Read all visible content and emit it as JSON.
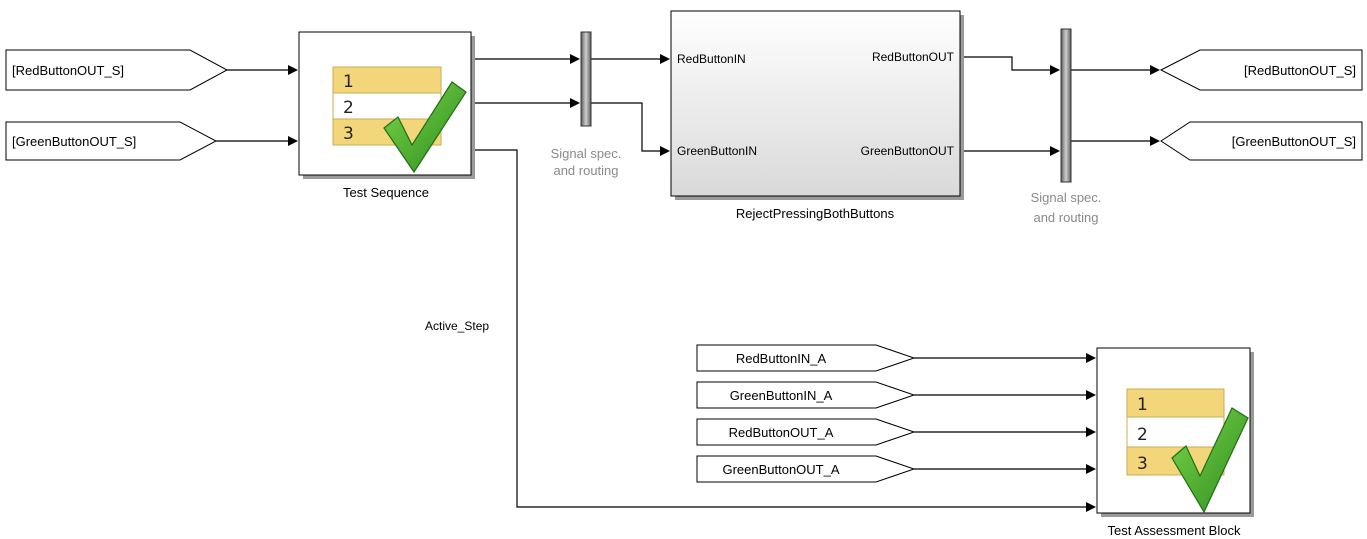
{
  "colors": {
    "wire": "#000000",
    "tag_fill": "#ffffff",
    "block_shadow": "#9a9a9a",
    "table_row_yellow": "#f3d57a",
    "checkmark_green": "#3aa32a",
    "routing_text": "#8a8a8a"
  },
  "test_sequence": {
    "caption": "Test Sequence",
    "icon": "checklist-icon",
    "rows": [
      "1",
      "2",
      "3"
    ],
    "output_label": "Active_Step"
  },
  "goto_tags_in": [
    {
      "label": "[RedButtonOUT_S]"
    },
    {
      "label": "[GreenButtonOUT_S]"
    }
  ],
  "goto_tags_out": [
    {
      "label": "[RedButtonOUT_S]"
    },
    {
      "label": "[GreenButtonOUT_S]"
    }
  ],
  "routing": [
    {
      "line1": "Signal spec.",
      "line2": "and routing"
    },
    {
      "line1": "Signal spec.",
      "line2": "and routing"
    }
  ],
  "subsystem": {
    "caption": "RejectPressingBothButtons",
    "inports": [
      "RedButtonIN",
      "GreenButtonIN"
    ],
    "outports": [
      "RedButtonOUT",
      "GreenButtonOUT"
    ]
  },
  "assessment_tags": [
    {
      "label": "RedButtonIN_A"
    },
    {
      "label": "GreenButtonIN_A"
    },
    {
      "label": "RedButtonOUT_A"
    },
    {
      "label": "GreenButtonOUT_A"
    }
  ],
  "test_assessment": {
    "caption": "Test Assessment Block",
    "icon": "checklist-icon",
    "rows": [
      "1",
      "2",
      "3"
    ]
  }
}
